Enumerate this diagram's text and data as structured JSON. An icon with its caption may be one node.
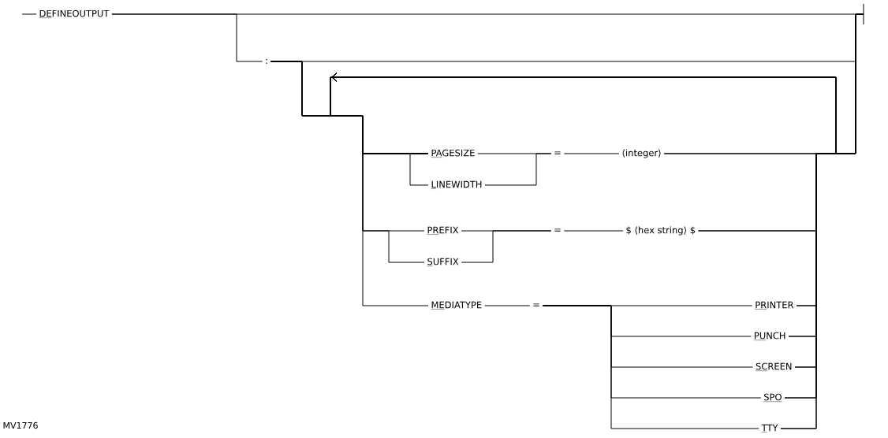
{
  "diagram": {
    "nodes": [
      {
        "text": [
          "DEFINEOUTPUT"
        ]
      },
      {
        "text": [
          ":"
        ]
      },
      {
        "text": [
          "PAGESIZE"
        ]
      },
      {
        "text": [
          "LINEWIDTH"
        ]
      },
      {
        "text": [
          "="
        ]
      },
      {
        "text": [
          "⟨integer⟩"
        ]
      },
      {
        "text": [
          "PREFIX"
        ]
      },
      {
        "text": [
          "SUFFIX"
        ]
      },
      {
        "text": [
          "="
        ]
      },
      {
        "text": [
          "$ ⟨hex string⟩ $"
        ]
      },
      {
        "text": [
          "MEDIATYPE"
        ]
      },
      {
        "text": [
          "="
        ]
      },
      {
        "text": [
          "PRINTER"
        ]
      },
      {
        "text": [
          "PUNCH"
        ]
      },
      {
        "text": [
          "SCREEN"
        ]
      },
      {
        "text": [
          "SPO"
        ]
      },
      {
        "text": [
          "TTY"
        ]
      }
    ],
    "edges": [
      {
        "from": null,
        "to": 0,
        "arrow": "none"
      },
      {
        "from": 0,
        "to": 1,
        "arrow": "none"
      },
      {
        "from": 0,
        "to": null,
        "arrow": "none"
      },
      {
        "from": 1,
        "to": null,
        "arrow": "none"
      },
      {
        "from": 1,
        "to": 2,
        "arrow": "none"
      },
      {
        "from": 1,
        "to": 3,
        "arrow": "none"
      },
      {
        "from": 1,
        "to": 6,
        "arrow": "none"
      },
      {
        "from": 1,
        "to": 7,
        "arrow": "none"
      },
      {
        "from": 1,
        "to": 10,
        "arrow": "none"
      },
      {
        "from": 2,
        "to": 4,
        "arrow": "none"
      },
      {
        "from": 3,
        "to": 4,
        "arrow": "none"
      },
      {
        "from": 4,
        "to": 5,
        "arrow": "none"
      },
      {
        "from": 6,
        "to": 8,
        "arrow": "none"
      },
      {
        "from": 7,
        "to": 8,
        "arrow": "none"
      },
      {
        "from": 8,
        "to": 9,
        "arrow": "none"
      },
      {
        "from": 10,
        "to": 11,
        "arrow": "none"
      },
      {
        "from": 11,
        "to": 12,
        "arrow": "none"
      },
      {
        "from": 11,
        "to": 13,
        "arrow": "none"
      },
      {
        "from": 11,
        "to": 14,
        "arrow": "none"
      },
      {
        "from": 11,
        "to": 15,
        "arrow": "none"
      },
      {
        "from": 11,
        "to": 16,
        "arrow": "none"
      },
      {
        "from": 5,
        "to": null,
        "arrow": "none"
      },
      {
        "from": 9,
        "to": null,
        "arrow": "none"
      },
      {
        "from": 12,
        "to": null,
        "arrow": "none"
      },
      {
        "from": 13,
        "to": null,
        "arrow": "none"
      },
      {
        "from": 14,
        "to": null,
        "arrow": "none"
      },
      {
        "from": 15,
        "to": null,
        "arrow": "none"
      },
      {
        "from": 16,
        "to": null,
        "arrow": "none"
      },
      {
        "from": 5,
        "to": 2,
        "arrow": "to"
      },
      {
        "from": 9,
        "to": 2,
        "arrow": "to"
      },
      {
        "from": 12,
        "to": 2,
        "arrow": "to"
      },
      {
        "from": 13,
        "to": 2,
        "arrow": "to"
      },
      {
        "from": 14,
        "to": 2,
        "arrow": "to"
      },
      {
        "from": 15,
        "to": 2,
        "arrow": "to"
      },
      {
        "from": 16,
        "to": 2,
        "arrow": "to"
      }
    ],
    "labels": [
      "MV1776"
    ]
  }
}
